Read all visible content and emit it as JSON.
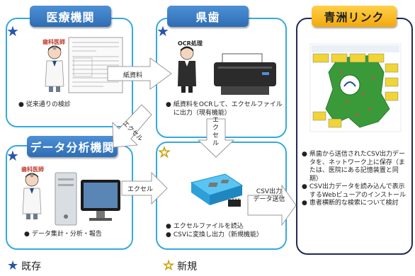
{
  "boxes": {
    "hospital": {
      "title": "医療機関",
      "doctor_label": "歯科医師",
      "bullets": [
        "従来通りの検診"
      ]
    },
    "prefecture": {
      "title": "県歯",
      "worker_label": "OCR処理",
      "bullets": [
        "紙資料をOCRして、エクセルファイルに出力（現有機能）"
      ]
    },
    "aoshu": {
      "title": "青洲リンク",
      "bullets": [
        "県歯から送信されたCSV出力データを、ネットワーク上に保存（または、医院にある記憶装置と同期）",
        "CSV出力データを読み込んで表示するWebビューアのインストール",
        "患者横断的な検索について検討"
      ]
    },
    "analysis": {
      "title": "データ分析機関",
      "doctor_label": "歯科医師",
      "bullets": [
        "データ集計・分析・報告"
      ]
    },
    "new_system": {
      "bullets": [
        "エクセルファイルを読込",
        "CSVに変換し出力（新規機能）"
      ]
    }
  },
  "arrows": {
    "paper": "紙資料",
    "excel_vertical": "エクセル",
    "excel_diagonal": "エクセル",
    "excel_horizontal": "エクセル",
    "csv": "CSV出力\nデータ送信"
  },
  "legend": {
    "existing": "既存",
    "new": "新規"
  },
  "colors": {
    "panel_border": "#35a9e0",
    "aoshu_border": "#1f2a55",
    "header_blue": "#2e6db3",
    "header_gold": "#f3a90c",
    "star_blue": "#2a55a7",
    "star_yellow": "#f6e347"
  },
  "icons": {
    "existing": "star-filled-blue",
    "new": "star-outline-yellow"
  }
}
